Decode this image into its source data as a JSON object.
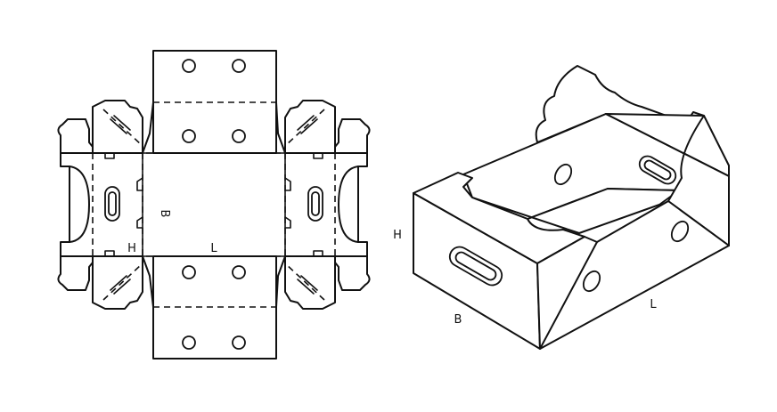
{
  "flat_layout": {
    "label_l": "L",
    "label_b": "B",
    "label_h": "H"
  },
  "box_3d": {
    "label_h": "H",
    "label_b": "B",
    "label_l": "L"
  },
  "colors": {
    "line": "#111111",
    "background": "#ffffff"
  }
}
